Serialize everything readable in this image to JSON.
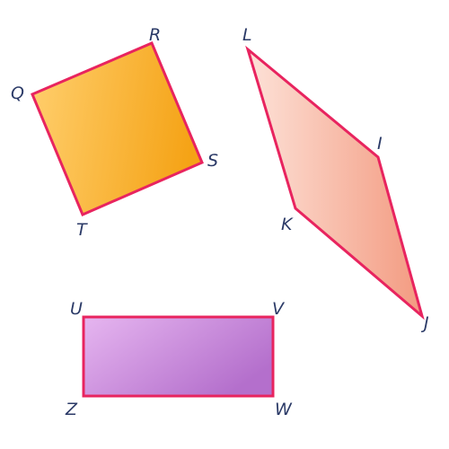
{
  "figure": {
    "stroke_color": "#e8245f",
    "label_color": "#2b3a67",
    "shapes": [
      {
        "name": "square-qrst",
        "fill_start": "#ffcf6e",
        "fill_end": "#f5a316",
        "vertices": [
          "Q",
          "R",
          "S",
          "T"
        ]
      },
      {
        "name": "rhombus-likj",
        "fill_start": "#fde2d8",
        "fill_end": "#f39a80",
        "vertices": [
          "L",
          "I",
          "J",
          "K"
        ]
      },
      {
        "name": "rectangle-uvwz",
        "fill_start": "#e6b6f0",
        "fill_end": "#b46fcc",
        "vertices": [
          "U",
          "V",
          "W",
          "Z"
        ]
      }
    ]
  }
}
